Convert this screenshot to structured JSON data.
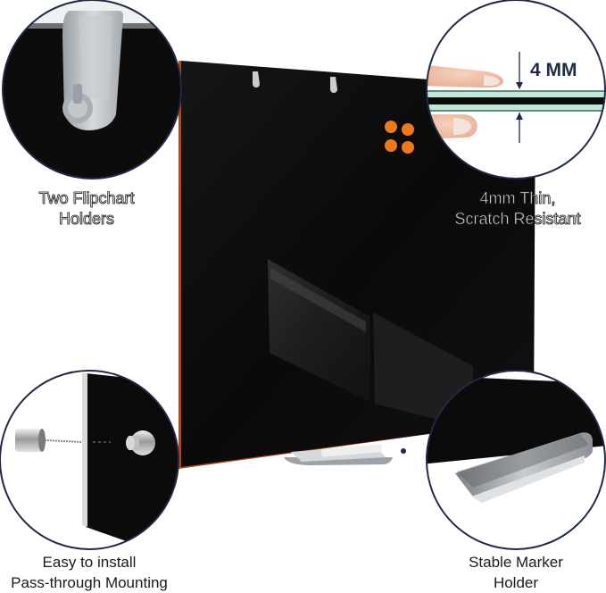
{
  "captions": {
    "flipchart": [
      "Two Flipchart",
      "Holders"
    ],
    "thin": [
      "4mm Thin,",
      "Scratch Resistant"
    ],
    "mounting": [
      "Easy to install",
      "Pass-through Mounting"
    ],
    "marker": [
      "Stable Marker",
      "Holder"
    ]
  },
  "thickness_label": "4 MM",
  "colors": {
    "board": "#0b0b0b",
    "circle_border": "#1f2a44",
    "magnet": "#f07a1a",
    "clip": "#b9bec2",
    "glass_edge": "#bfe8da"
  },
  "icons": [
    "flipchart-clip",
    "magnet",
    "standoff-screw",
    "marker-tray",
    "finger"
  ]
}
